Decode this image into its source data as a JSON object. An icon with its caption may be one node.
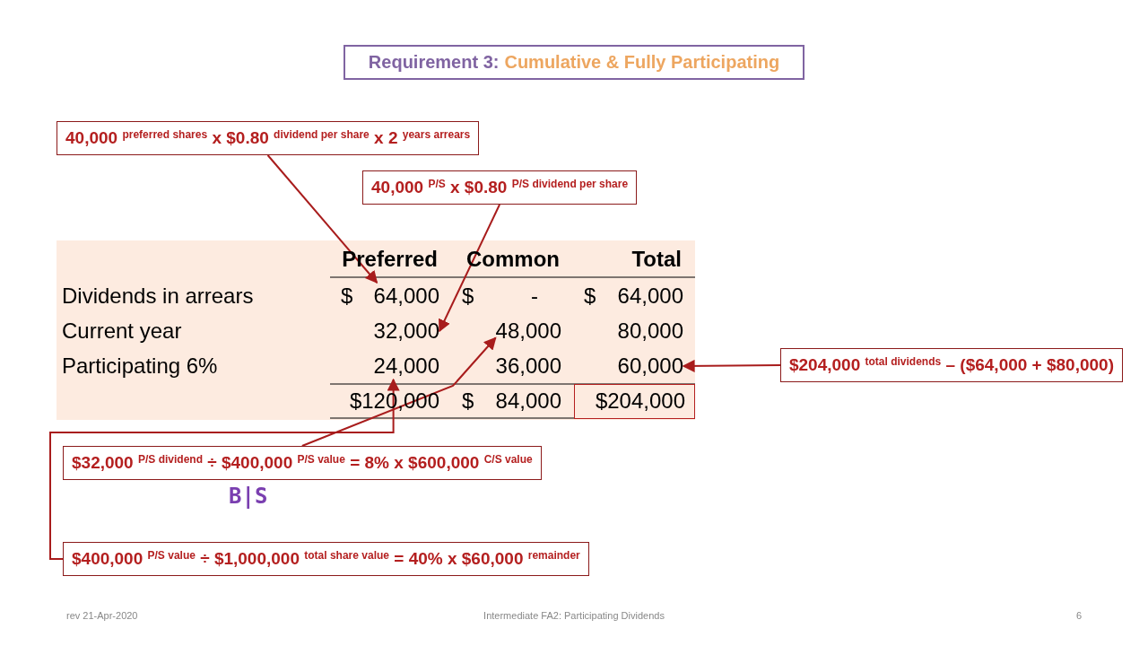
{
  "diagram": {
    "nodes": [
      {
        "text": [
          "Requirement 3:",
          "Cumulative & Fully Participating"
        ]
      },
      {
        "text": [
          "40,000 $^{preferred shares}$ x $0.80 $^{dividend per share}$ x 2 $^{years arrears}$"
        ]
      },
      {
        "text": [
          "40,000 $^{P/S}$ x $0.80 $^{P/S dividend per share}$"
        ]
      },
      {
        "text": [
          "64,000"
        ]
      },
      {
        "text": [
          "32,000"
        ]
      },
      {
        "text": [
          "48,000"
        ]
      },
      {
        "text": [
          "24,000"
        ]
      },
      {
        "text": [
          "60,000"
        ]
      },
      {
        "text": [
          "$204,000 $^{total dividends}$ – ($64,000 + $80,000)"
        ]
      },
      {
        "text": [
          "$204,000"
        ]
      },
      {
        "text": [
          "$32,000 $^{P/S dividend}$ ÷ $400,000 $^{P/S value}$ = 8% x $600,000 $^{C/S value}$"
        ]
      },
      {
        "text": [
          "$400,000 $^{P/S value}$ ÷ $1,000,000 $^{total share value}$ = 40% x $60,000 $^{remainder}$"
        ]
      }
    ],
    "edges": [
      {
        "from": 1,
        "to": 3,
        "arrow": "to"
      },
      {
        "from": 2,
        "to": 4,
        "arrow": "to"
      },
      {
        "from": 8,
        "to": 7,
        "arrow": "to"
      },
      {
        "from": 10,
        "to": 5,
        "arrow": "to"
      },
      {
        "from": 11,
        "to": 6,
        "arrow": "to"
      }
    ],
    "labels": [
      "Preferred",
      "Common",
      "Total",
      "Dividends in arrears",
      "$",
      "$",
      "-",
      "$",
      "64,000",
      "Current year",
      "80,000",
      "Participating 6%",
      "36,000",
      "$120,000",
      "$",
      "84,000",
      "B|S",
      "rev 21-Apr-2020",
      "Intermediate FA2: Participating Dividends",
      "6"
    ]
  }
}
